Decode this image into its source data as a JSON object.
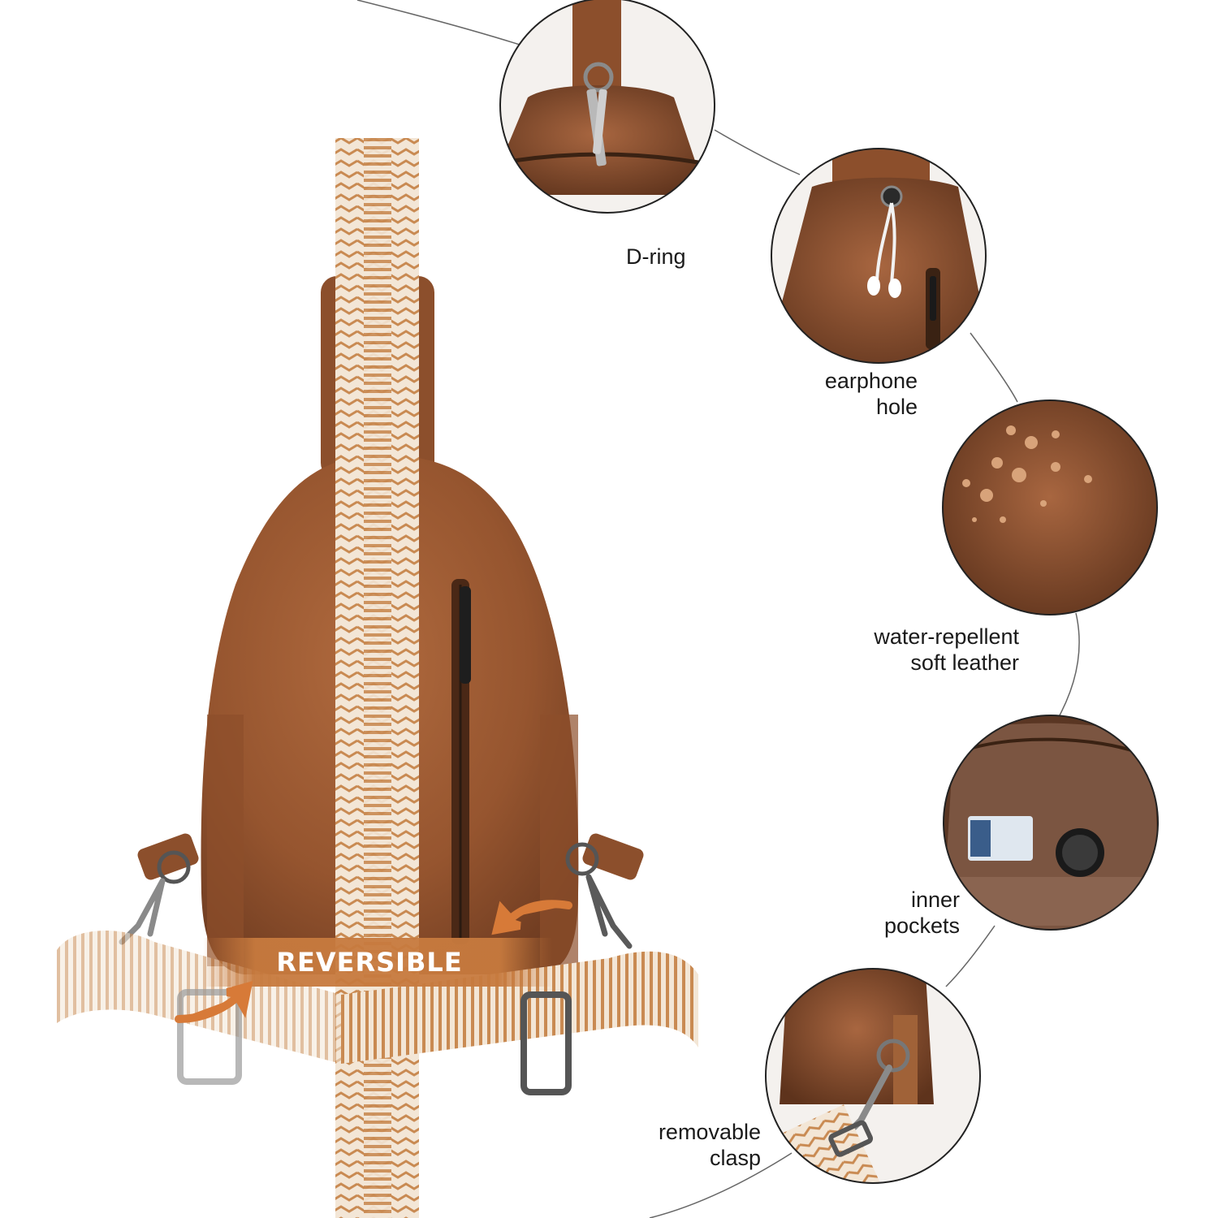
{
  "banner": {
    "text": "REVERSIBLE"
  },
  "callouts": [
    {
      "id": "d-ring",
      "lines": [
        "D-ring"
      ]
    },
    {
      "id": "earphone-hole",
      "lines": [
        "earphone",
        "hole"
      ]
    },
    {
      "id": "leather",
      "lines": [
        "water-repellent",
        "soft leather"
      ]
    },
    {
      "id": "inner-pockets",
      "lines": [
        "inner",
        "pockets"
      ]
    },
    {
      "id": "clasp",
      "lines": [
        "removable",
        "clasp"
      ]
    }
  ],
  "colors": {
    "leather": "#9a5a34",
    "leather_dark": "#6e3d22",
    "strap_tan": "#c98a52",
    "strap_cream": "#f3e6d6",
    "banner": "#c77a3e"
  }
}
